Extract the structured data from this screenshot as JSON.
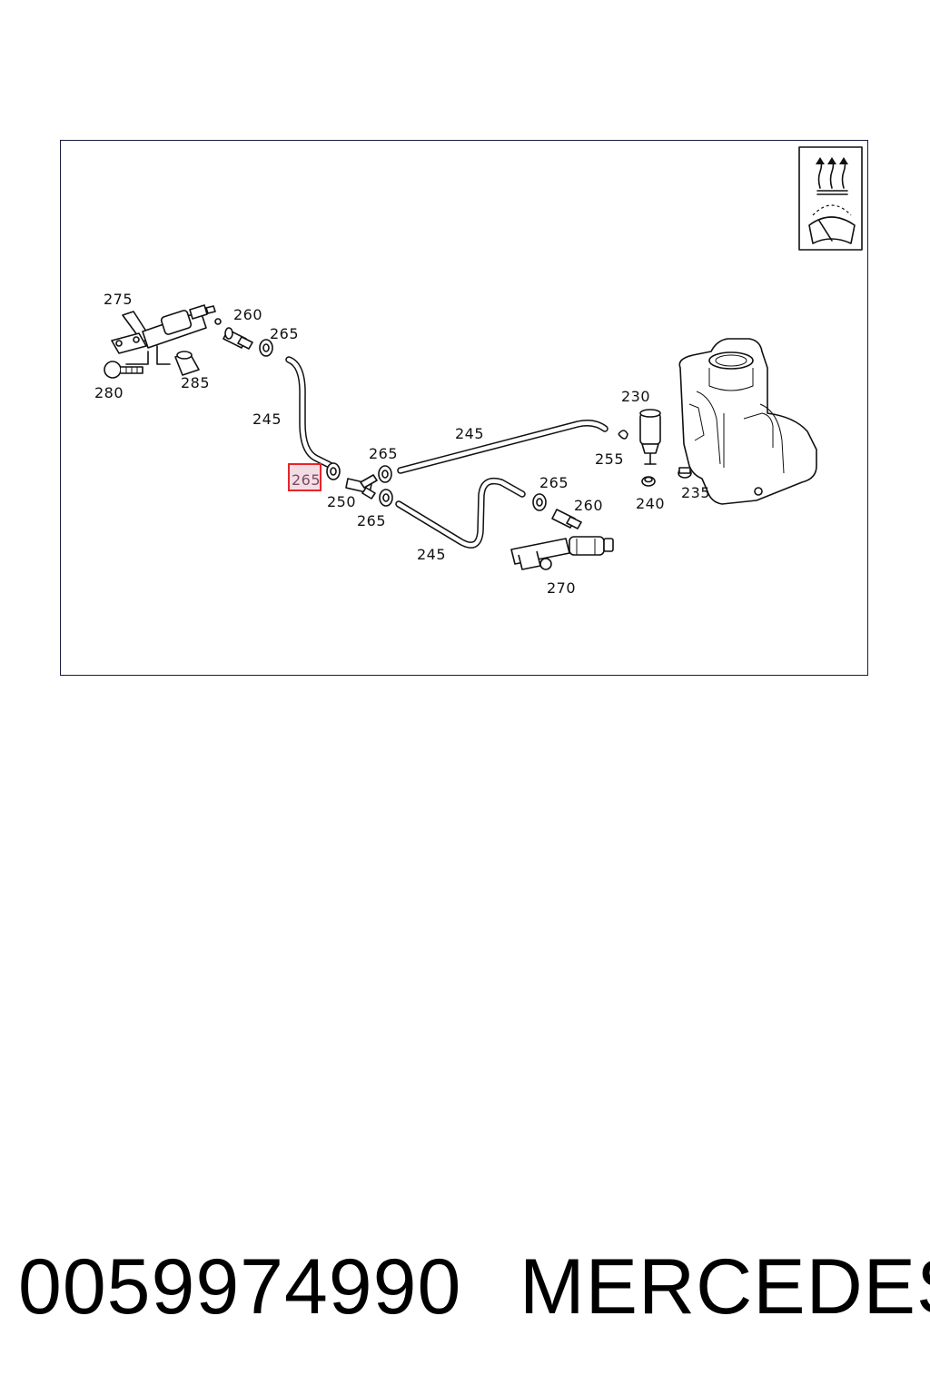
{
  "diagram": {
    "callouts": {
      "c275": "275",
      "c260a": "260",
      "c265a": "265",
      "c280": "280",
      "c285": "285",
      "c245a": "245",
      "c265_highlight": "265",
      "c250": "250",
      "c265b": "265",
      "c265c": "265",
      "c245b": "245",
      "c230": "230",
      "c255": "255",
      "c240": "240",
      "c235": "235",
      "c265d": "265",
      "c260b": "260",
      "c245c": "245",
      "c270": "270"
    },
    "badge_icons": [
      "headlamp-washer-icon",
      "windshield-wiper-icon"
    ],
    "highlight_color": "#e8242a"
  },
  "footer": {
    "part_number": "0059974990",
    "brand": "MERCEDES"
  }
}
